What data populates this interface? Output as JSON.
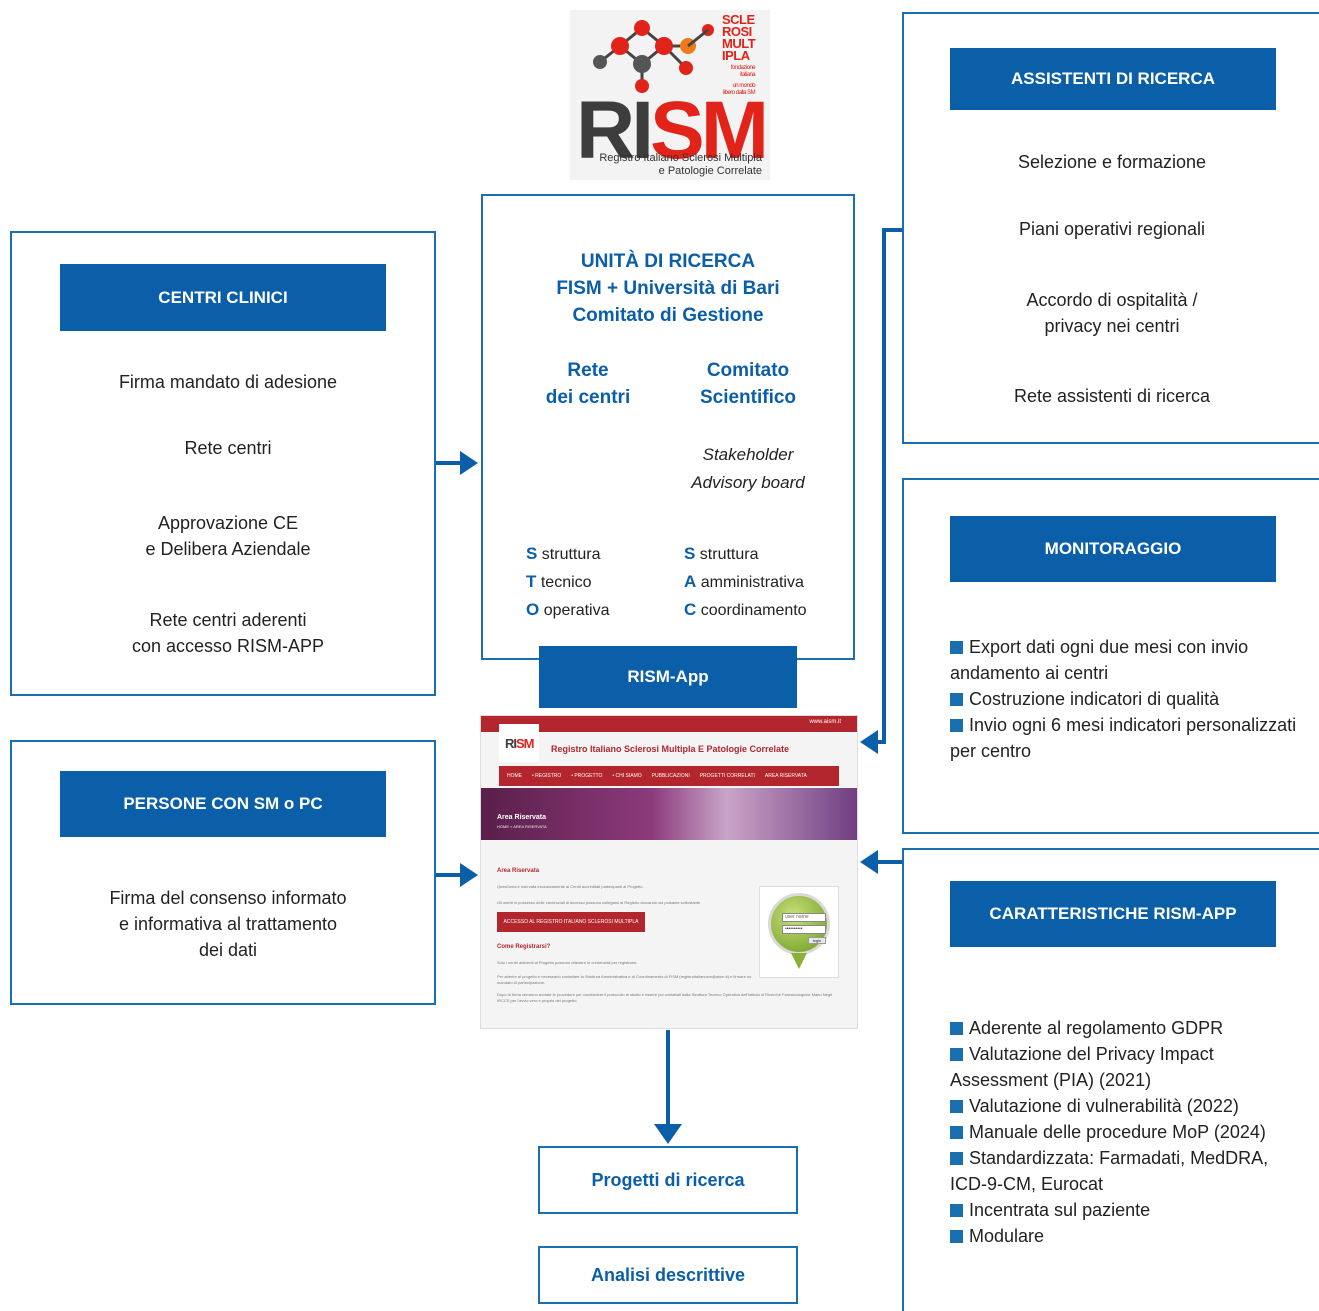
{
  "logo": {
    "wordmark": "RISM",
    "subtitle_line1": "Registro Italiano Sclerosi Multipla",
    "subtitle_line2": "e Patologie Correlate",
    "partner_wordmark": [
      "SCLE",
      "ROSI",
      "MULT",
      "IPLA"
    ],
    "partner_sub": [
      "fondazione",
      "italiana"
    ],
    "partner_tagline": [
      "un mondo",
      "libero dalla SM"
    ]
  },
  "centri_clinici": {
    "header": "CENTRI CLINICI",
    "steps": [
      "Firma mandato di adesione",
      "Rete centri",
      "Approvazione CE\ne Delibera Aziendale",
      "Rete centri aderenti\ncon accesso RISM-APP"
    ]
  },
  "persone": {
    "header": "PERSONE CON SM o PC",
    "steps": [
      "Firma del consenso informato\ne informativa al trattamento\ndei dati"
    ]
  },
  "unita": {
    "title": "UNITÀ DI RICERCA\nFISM + Università di Bari\nComitato di Gestione",
    "left_col": "Rete\ndei centri",
    "right_col": "Comitato\nScientifico",
    "advisory": "Stakeholder\nAdvisory board",
    "sto": [
      {
        "letter": "S",
        "word": "struttura"
      },
      {
        "letter": "T",
        "word": "tecnico"
      },
      {
        "letter": "O",
        "word": "operativa"
      }
    ],
    "sac": [
      {
        "letter": "S",
        "word": "struttura"
      },
      {
        "letter": "A",
        "word": "amministrativa"
      },
      {
        "letter": "C",
        "word": "coordinamento"
      }
    ]
  },
  "rism_app": {
    "label": "RISM-App",
    "screenshot": {
      "site_title": "Registro Italiano Sclerosi Multipla E Patologie Correlate",
      "top_link": "www.aism.it",
      "nav": [
        "HOME",
        "• REGISTRO",
        "• PROGETTO",
        "• CHI SIAMO",
        "PUBBLICAZIONI",
        "PROGETTI CORRELATI",
        "AREA RISERVATA"
      ],
      "hero_title": "Area Riservata",
      "hero_crumb": "HOME » AREA RISERVATA",
      "section_title": "Area Riservata",
      "para1": "Quest'area è riservata esclusivamente ai Centri accreditati partecipanti al Progetto.",
      "para2": "Gli utenti in possesso delle credenziali di accesso possono collegarsi al Registro cliccando sul pulsante sottostante",
      "button": "ACCESSO AL REGISTRO ITALIANO SCLEROSI MULTIPLA",
      "section2_title": "Come Registrarsi?",
      "para3": "Solo i centri aderenti al Progetto possono ottenere le credenziali per registrarsi.",
      "para4": "Per aderire al progetto è necessario contattare la Struttura Amministrativa e di Coordinamento di FISM (registroitalianosm@aism.it) e firmare un mandato di partecipazione.",
      "para5": "Dopo la firma verranno avviate le procedure per condividere il protocollo di studio e essere poi contattati dalla Struttura Tecnico Operativa dell'Istituto di Ricerche Farmacologiche Mario Negri IRCCS per l'avvio vero e proprio del progetto.",
      "login_user": "user name",
      "login_pass": "••••••••••",
      "login_btn": "login"
    }
  },
  "outputs": [
    "Progetti di ricerca",
    "Analisi descrittive"
  ],
  "assistenti": {
    "header": "ASSISTENTI DI RICERCA",
    "steps": [
      "Selezione e formazione",
      "Piani operativi regionali",
      "Accordo di ospitalità /\nprivacy nei centri",
      "Rete assistenti di ricerca"
    ]
  },
  "monitoraggio": {
    "header": "MONITORAGGIO",
    "items": [
      "Export dati ogni due mesi con invio andamento ai centri",
      "Costruzione indicatori di qualità",
      "Invio ogni 6 mesi indicatori personalizzati per centro"
    ]
  },
  "caratteristiche": {
    "header": "CARATTERISTICHE RISM-APP",
    "items": [
      "Aderente al regolamento GDPR",
      "Valutazione del Privacy Impact Assessment (PIA) (2021)",
      "Valutazione di vulnerabilità (2022)",
      "Manuale delle procedure MoP (2024)",
      "Standardizzata: Farmadati, MedDRA, ICD-9-CM, Eurocat",
      "Incentrata sul paziente",
      "Modulare"
    ]
  },
  "colors": {
    "primary": "#0b5ea8",
    "border": "#1a6fb0",
    "rism_red": "#e2231a",
    "rism_gray": "#3d3d3d",
    "app_red": "#b3262d"
  }
}
